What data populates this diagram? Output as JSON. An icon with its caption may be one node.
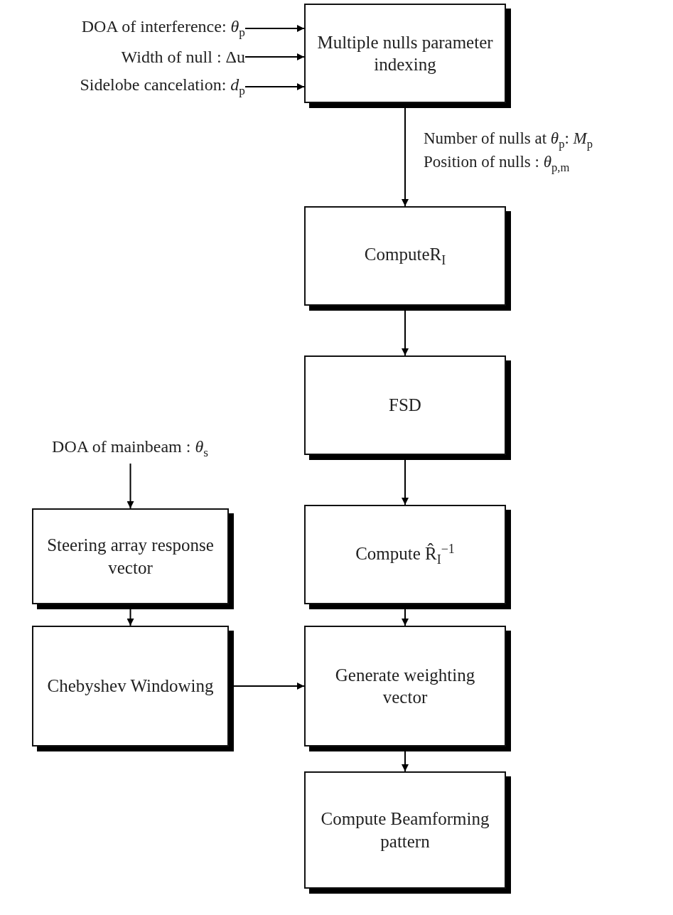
{
  "diagram": {
    "nodes": [
      {
        "text": [
          "DOA of interference: *θ*$_{p}$"
        ]
      },
      {
        "text": [
          "Width of null : Δu"
        ]
      },
      {
        "text": [
          "Sidelobe cancelation: *d*$_{p}$"
        ]
      },
      {
        "text": [
          "Multiple nulls parameter indexing"
        ]
      },
      {
        "text": [
          "ComputeR$_{I}$"
        ]
      },
      {
        "text": [
          "FSD"
        ]
      },
      {
        "text": [
          "DOA of mainbeam  : *θ*$_{s}$"
        ]
      },
      {
        "text": [
          "Steering array response vector"
        ]
      },
      {
        "text": [
          "Compute R̂$_{I}$$^{−1}$"
        ]
      },
      {
        "text": [
          "Chebyshev Windowing"
        ]
      },
      {
        "text": [
          "Generate weighting vector"
        ]
      },
      {
        "text": [
          "Compute Beamforming pattern"
        ]
      }
    ],
    "edges": [
      {
        "from": 0,
        "to": 3,
        "arrow": "to"
      },
      {
        "from": 1,
        "to": 3,
        "arrow": "to"
      },
      {
        "from": 2,
        "to": 3,
        "arrow": "to"
      },
      {
        "from": 3,
        "to": 4,
        "arrow": "to",
        "label": "Number of nulls at *θ*$_{p}$: *M*$_{p}$ Position of nulls : *θ*$_{p,m}$"
      },
      {
        "from": 4,
        "to": 5,
        "arrow": "to"
      },
      {
        "from": 5,
        "to": 8,
        "arrow": "to"
      },
      {
        "from": 6,
        "to": 7,
        "arrow": "to"
      },
      {
        "from": 7,
        "to": 9,
        "arrow": "to"
      },
      {
        "from": 9,
        "to": 10,
        "arrow": "to"
      },
      {
        "from": 8,
        "to": 10,
        "arrow": "to"
      },
      {
        "from": 10,
        "to": 11,
        "arrow": "to"
      }
    ]
  }
}
